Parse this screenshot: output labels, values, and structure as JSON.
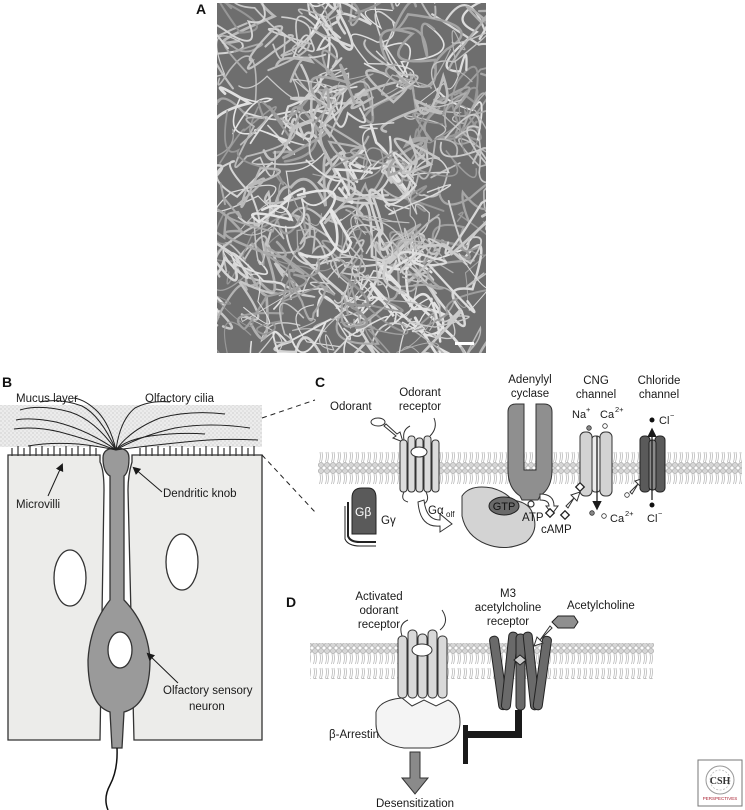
{
  "panels": {
    "a": {
      "letter": "A"
    },
    "b": {
      "letter": "B",
      "mucus_layer": "Mucus layer",
      "olfactory_cilia": "Olfactory cilia",
      "microvilli": "Microvilli",
      "dendritic_knob": "Dendritic knob",
      "osn_line1": "Olfactory sensory",
      "osn_line2": "neuron"
    },
    "c": {
      "letter": "C",
      "odorant": "Odorant",
      "odorant_receptor_1": "Odorant",
      "odorant_receptor_2": "receptor",
      "adenylyl_1": "Adenylyl",
      "adenylyl_2": "cyclase",
      "cng_1": "CNG",
      "cng_2": "channel",
      "chloride_1": "Chloride",
      "chloride_2": "channel",
      "na": "Na",
      "na_sup": "+",
      "ca_top": "Ca",
      "ca_top_sup": "2+",
      "cl_top": "Cl",
      "cl_top_sup": "−",
      "g_beta": "Gβ",
      "g_gamma": "Gγ",
      "g_alpha": "Gα",
      "g_alpha_sub": "olf",
      "gtp": "GTP",
      "atp": "ATP",
      "camp": "cAMP",
      "ca_bottom": "Ca",
      "ca_bottom_sup": "2+",
      "cl_bottom": "Cl",
      "cl_bottom_sup": "−"
    },
    "d": {
      "letter": "D",
      "activated_1": "Activated",
      "activated_2": "odorant",
      "activated_3": "receptor",
      "m3_1": "M3",
      "m3_2": "acetylcholine",
      "m3_3": "receptor",
      "acetylcholine": "Acetylcholine",
      "arrestin": "β-Arrestin",
      "desensitization": "Desensitization"
    }
  },
  "logo": {
    "line1": "CSH",
    "line2": "PERSPECTIVES"
  },
  "colors": {
    "micrograph_bg": "#6e6e6e",
    "fiber": "#c9c9c9",
    "cell_fill": "#ececea",
    "neuron_fill": "#9a9a9a",
    "membrane": "#cfcfcf",
    "protein_light": "#d9d9d9",
    "protein_mid": "#8f8f8f",
    "protein_dark": "#5a5a5a"
  }
}
